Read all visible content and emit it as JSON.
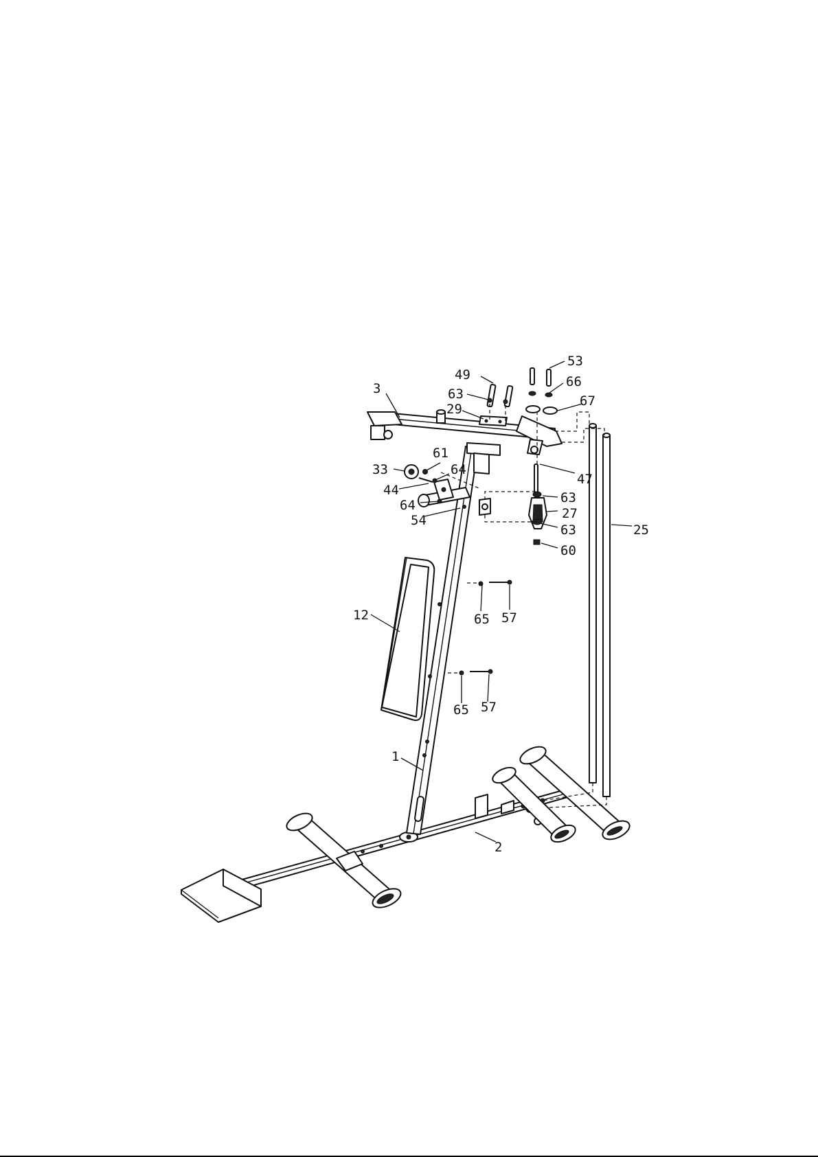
{
  "labels": {
    "l3": "3",
    "l49": "49",
    "l53": "53",
    "l63a": "63",
    "l66": "66",
    "l29": "29",
    "l67": "67",
    "l61": "61",
    "l33": "33",
    "l64a": "64",
    "l44": "44",
    "l47": "47",
    "l63b": "63",
    "l27": "27",
    "l64b": "64",
    "l54": "54",
    "l63c": "63",
    "l25": "25",
    "l60": "60",
    "l65a": "65",
    "l57a": "57",
    "l12": "12",
    "l65b": "65",
    "l57b": "57",
    "l1": "1",
    "l2": "2"
  }
}
